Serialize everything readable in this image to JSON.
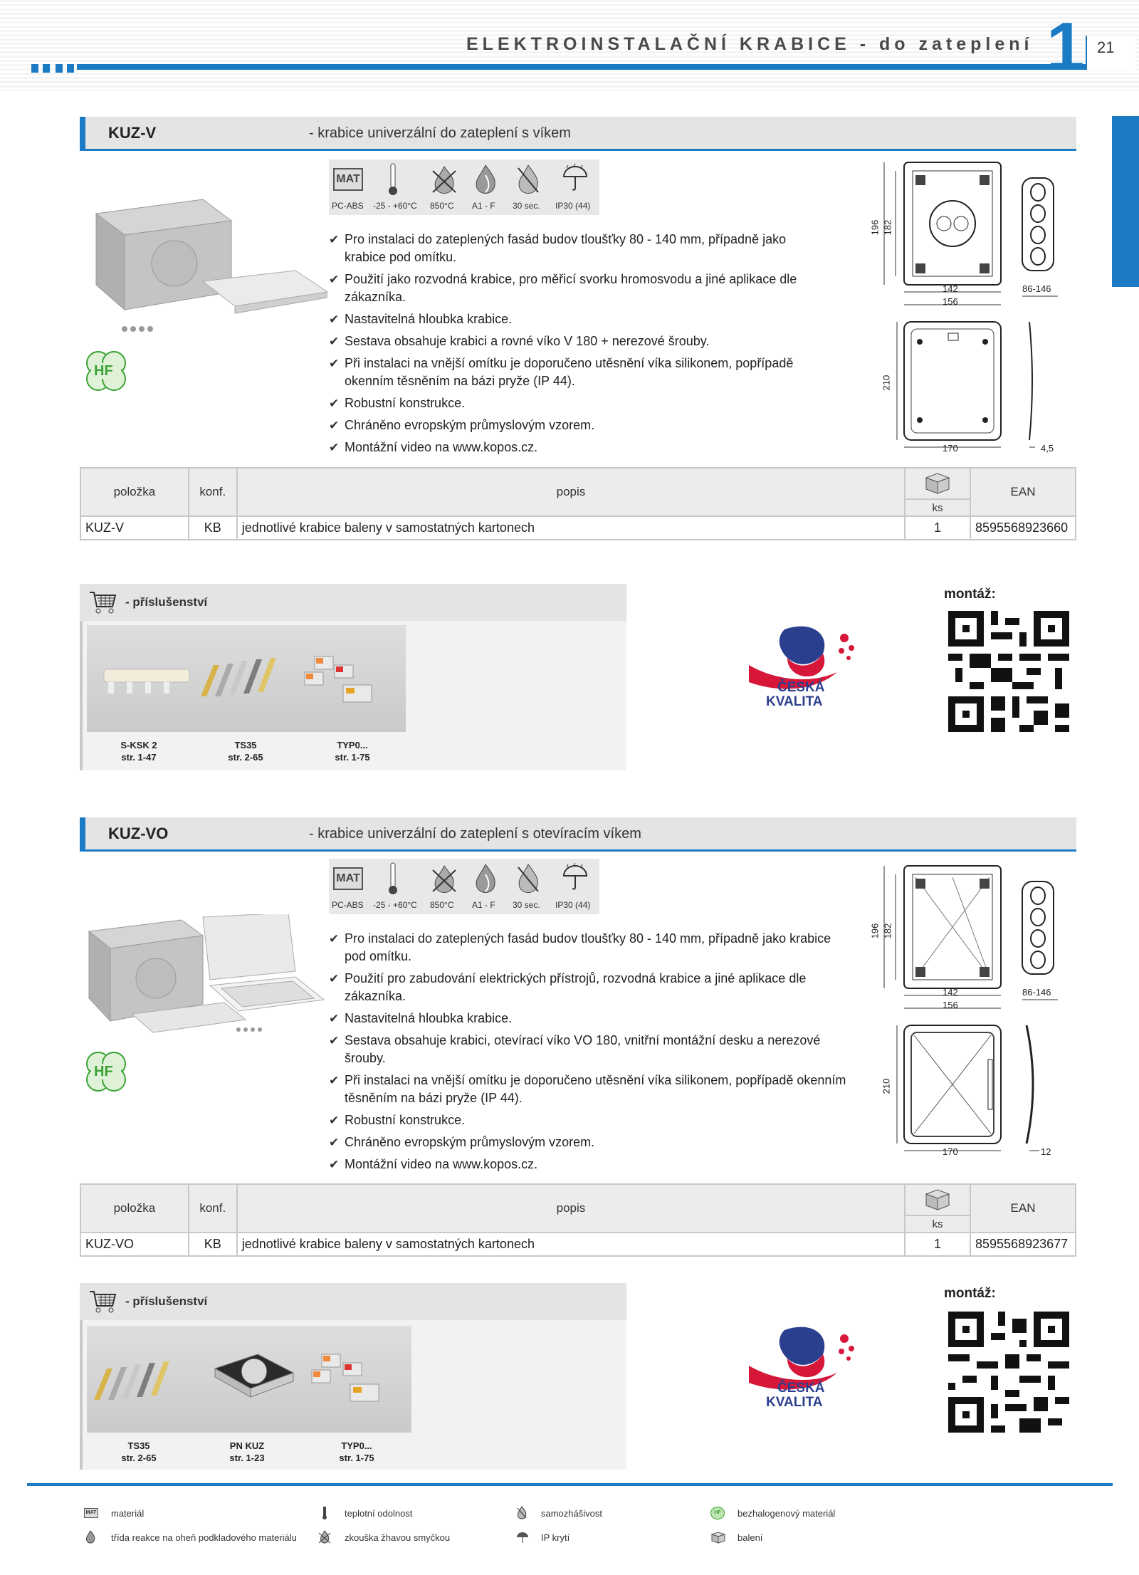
{
  "header": {
    "title": "ELEKTROINSTALAČNÍ KRABICE - do zateplení",
    "chapter": "1",
    "page": "21"
  },
  "icons": [
    "material-icon",
    "thermometer-icon",
    "glow-wire-icon",
    "flame-icon",
    "self-extinguishing-icon",
    "umbrella-rain-icon",
    "shopping-cart-icon",
    "box-icon",
    "hf-clover-icon",
    "checkmark-icon"
  ],
  "colors": {
    "accent": "#1a7ac4",
    "bar": "#e4e4e4",
    "hf_green": "#3aa335"
  },
  "products": [
    {
      "code": "KUZ-V",
      "description": "- krabice univerzální do zateplení s víkem",
      "hf_label": "HF",
      "props": {
        "mat": "MAT",
        "labels": [
          "PC-ABS",
          "-25 - +60°C",
          "850°C",
          "A1 - F",
          "30 sec.",
          "IP30 (44)"
        ]
      },
      "bullets": [
        "Pro instalaci do zateplených fasád budov tloušťky 80 - 140 mm, případně jako krabice pod omítku.",
        "Použití jako rozvodná krabice, pro měřicí svorku hromosvodu a jiné aplikace dle zákazníka.",
        "Nastavitelná hloubka krabice.",
        "Sestava obsahuje krabici a rovné víko V 180 + nerezové šrouby.",
        "Při instalaci na vnější omítku je doporučeno utěsnění víka silikonem, popřípadě okenním těsněním na bázi pryže (IP 44).",
        "Robustní konstrukce.",
        "Chráněno evropským průmyslovým vzorem.",
        "Montážní video na www.kopos.cz."
      ],
      "dims": {
        "h1": "196",
        "h2": "182",
        "w1": "142",
        "w2": "156",
        "depth": "86-146",
        "lid_h": "210",
        "lid_w": "170",
        "lid_t": "4,5"
      },
      "table": {
        "headers": {
          "item": "položka",
          "conf": "konf.",
          "desc": "popis",
          "ks": "ks",
          "ean": "EAN"
        },
        "row": {
          "item": "KUZ-V",
          "conf": "KB",
          "desc": "jednotlivé krabice baleny v samostatných kartonech",
          "ks": "1",
          "ean": "8595568923660"
        }
      },
      "accessories": {
        "title": "- příslušenství",
        "items": [
          {
            "name": "S-KSK 2",
            "page": "str. 1-47"
          },
          {
            "name": "TS35",
            "page": "str. 2-65"
          },
          {
            "name": "TYP0...",
            "page": "str. 1-75"
          }
        ]
      },
      "montaz": "montáž:",
      "quality_line1": "ČESKÁ",
      "quality_line2": "KVALITA"
    },
    {
      "code": "KUZ-VO",
      "description": "- krabice univerzální do zateplení s otevíracím víkem",
      "hf_label": "HF",
      "props": {
        "mat": "MAT",
        "labels": [
          "PC-ABS",
          "-25 - +60°C",
          "850°C",
          "A1 - F",
          "30 sec.",
          "IP30 (44)"
        ]
      },
      "bullets": [
        "Pro instalaci do zateplených fasád budov tloušťky 80 - 140 mm, případně jako krabice pod omítku.",
        "Použití pro zabudování elektrických přístrojů, rozvodná krabice a jiné aplikace dle zákazníka.",
        "Nastavitelná hloubka krabice.",
        "Sestava obsahuje krabici, otevírací víko VO 180, vnitřní montážní desku a nerezové šrouby.",
        "Při instalaci na vnější omítku je doporučeno utěsnění víka silikonem, popřípadě okenním těsněním na bázi pryže (IP 44).",
        "Robustní konstrukce.",
        "Chráněno evropským průmyslovým vzorem.",
        "Montážní video na www.kopos.cz."
      ],
      "dims": {
        "h1": "196",
        "h2": "182",
        "w1": "142",
        "w2": "156",
        "depth": "86-146",
        "lid_h": "210",
        "lid_w": "170",
        "lid_t": "12"
      },
      "table": {
        "headers": {
          "item": "položka",
          "conf": "konf.",
          "desc": "popis",
          "ks": "ks",
          "ean": "EAN"
        },
        "row": {
          "item": "KUZ-VO",
          "conf": "KB",
          "desc": "jednotlivé krabice baleny v samostatných kartonech",
          "ks": "1",
          "ean": "8595568923677"
        }
      },
      "accessories": {
        "title": "- příslušenství",
        "items": [
          {
            "name": "TS35",
            "page": "str. 2-65"
          },
          {
            "name": "PN KUZ",
            "page": "str. 1-23"
          },
          {
            "name": "TYP0...",
            "page": "str. 1-75"
          }
        ]
      },
      "montaz": "montáž:",
      "quality_line1": "ČESKÁ",
      "quality_line2": "KVALITA"
    }
  ],
  "legend": [
    {
      "icon": "material-icon",
      "mark": "MAT",
      "label": "materiál"
    },
    {
      "icon": "thermometer-icon",
      "label": "teplotní odolnost"
    },
    {
      "icon": "self-extinguishing-icon",
      "label": "samozhášivost"
    },
    {
      "icon": "hf-clover-icon",
      "mark": "HF",
      "label": "bezhalogenový materiál"
    },
    {
      "icon": "flame-icon",
      "label": "třída reakce na oheň podkladového materiálu"
    },
    {
      "icon": "glow-wire-icon",
      "label": "zkouška žhavou smyčkou"
    },
    {
      "icon": "umbrella-rain-icon",
      "label": "IP krytí"
    },
    {
      "icon": "box-icon",
      "label": "balení"
    }
  ]
}
